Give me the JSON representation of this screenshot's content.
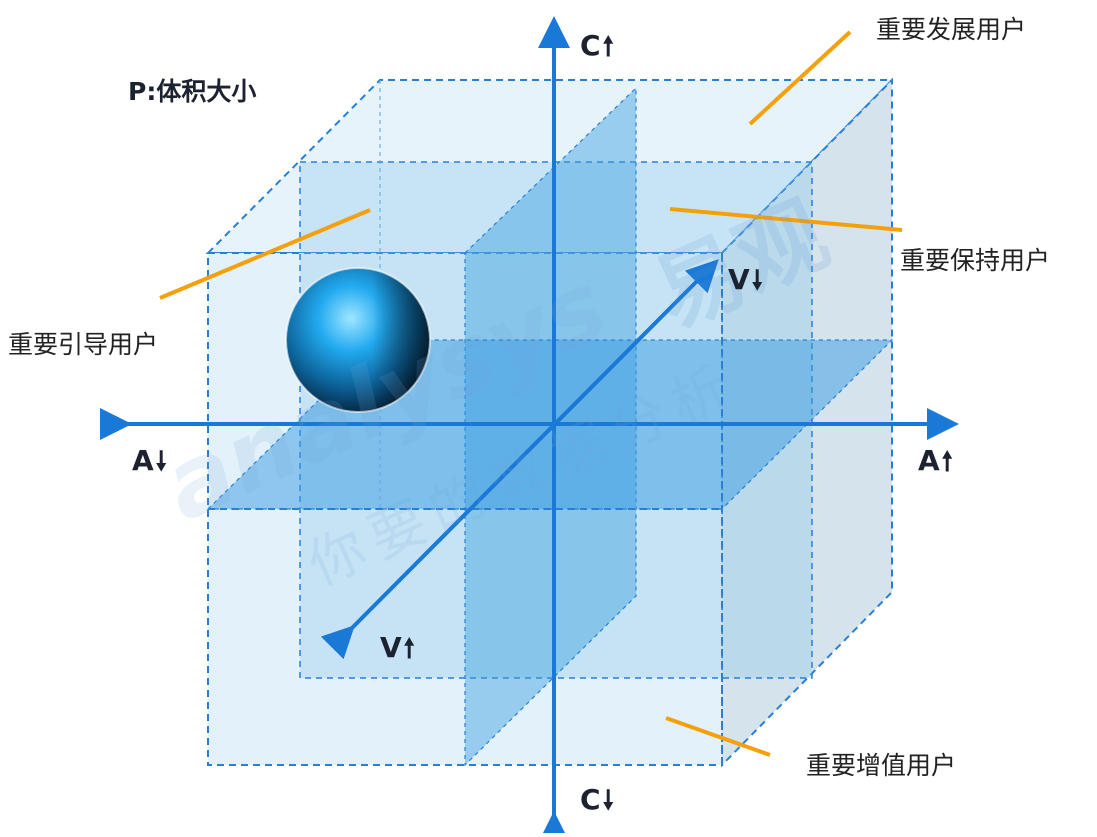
{
  "title": "P:体积大小",
  "axes": {
    "c_up": "C",
    "c_down": "C",
    "a_left": "A",
    "a_right": "A",
    "v_up_right": "V",
    "v_down_left": "V",
    "arrow_up_glyph": "🠕",
    "arrow_down_glyph": "🠗"
  },
  "segments": {
    "development": "重要发展用户",
    "retention": "重要保持用户",
    "guidance": "重要引导用户",
    "value": "重要增值用户"
  },
  "watermark": {
    "logo": "易观",
    "brand": "analysys",
    "tagline": "你要的数据分析"
  },
  "colors": {
    "axis_blue": "#1a78d6",
    "cube_line": "#2a7fd4",
    "leader_orange": "#f5a00a",
    "sphere": "#1aa3e8"
  }
}
